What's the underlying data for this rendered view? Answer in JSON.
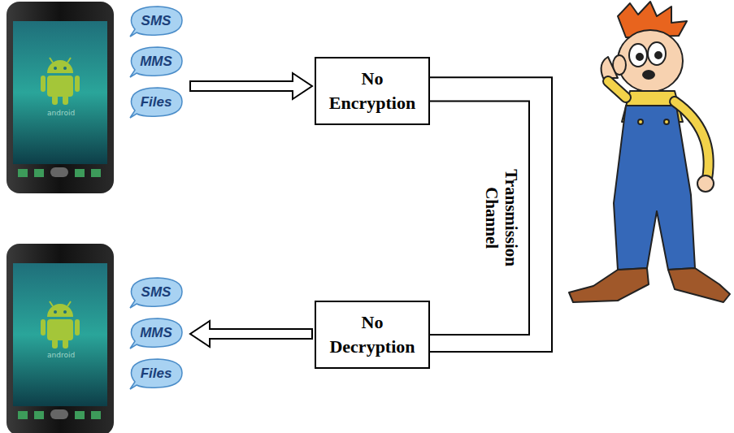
{
  "diagram": {
    "nodes": [
      {
        "text": [
          "SMS"
        ]
      },
      {
        "text": [
          "MMS"
        ]
      },
      {
        "text": [
          "Files"
        ]
      },
      {
        "text": [
          "No Encryption"
        ]
      },
      {
        "text": [
          "SMS"
        ]
      },
      {
        "text": [
          "MMS"
        ]
      },
      {
        "text": [
          "Files"
        ]
      },
      {
        "text": [
          "No Decryption"
        ]
      }
    ],
    "edges": [
      {
        "from": 3,
        "to": 7,
        "arrow": "none",
        "label": "Transmission Channel"
      }
    ],
    "labels": [
      "android",
      "android"
    ]
  }
}
